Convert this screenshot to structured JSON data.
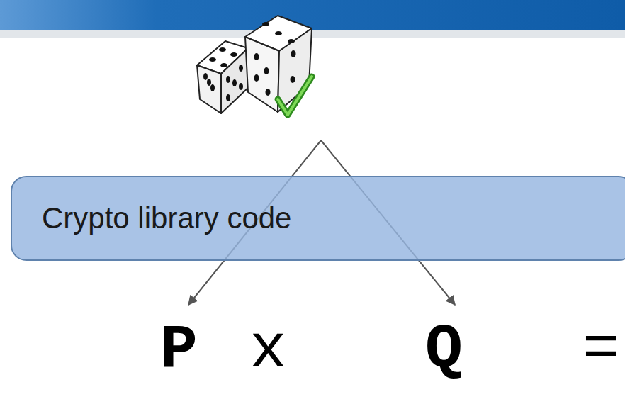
{
  "diagram": {
    "nodes": [
      {
        "text": [
          "Crypto library code"
        ]
      }
    ],
    "labels": [
      "P",
      "x",
      "Q",
      "="
    ]
  }
}
